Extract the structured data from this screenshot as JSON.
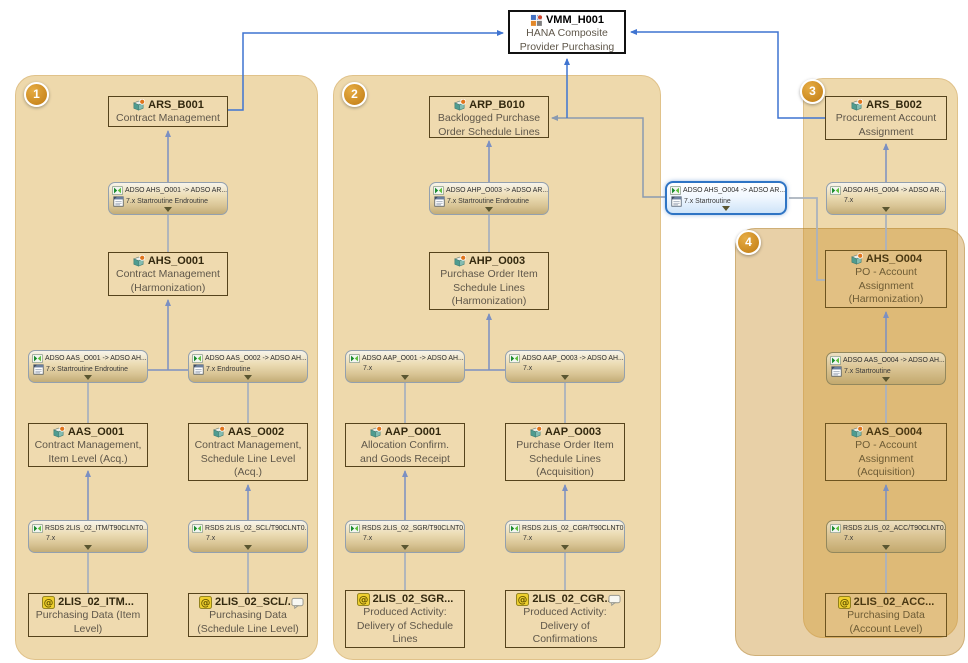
{
  "badges": {
    "one": "1",
    "two": "2",
    "three": "3",
    "four": "4"
  },
  "composite_provider": {
    "id": "VMM_H001",
    "name_line1": "HANA Composite",
    "name_line2": "Provider Purchasing"
  },
  "nodes": {
    "ars_b001": {
      "title": "ARS_B001",
      "line1": "Contract Management"
    },
    "ahs_o001": {
      "title": "AHS_O001",
      "line1": "Contract Management",
      "line2": "(Harmonization)"
    },
    "aas_o001": {
      "title": "AAS_O001",
      "line1": "Contract Management,",
      "line2": "Item Level (Acq.)"
    },
    "aas_o002": {
      "title": "AAS_O002",
      "line1": "Contract Management,",
      "line2": "Schedule Line Level",
      "line3": "(Acq.)"
    },
    "ds_itm": {
      "title": "2LIS_02_ITM...",
      "line1": "Purchasing Data (Item",
      "line2": "Level)"
    },
    "ds_scl": {
      "title": "2LIS_02_SCL/...",
      "line1": "Purchasing Data",
      "line2": "(Schedule Line Level)"
    },
    "arp_b010": {
      "title": "ARP_B010",
      "line1": "Backlogged Purchase",
      "line2": "Order Schedule Lines"
    },
    "ahp_o003": {
      "title": "AHP_O003",
      "line1": "Purchase Order Item",
      "line2": "Schedule Lines",
      "line3": "(Harmonization)"
    },
    "aap_o001": {
      "title": "AAP_O001",
      "line1": "Allocation Confirm.",
      "line2": "and Goods Receipt"
    },
    "aap_o003": {
      "title": "AAP_O003",
      "line1": "Purchase Order Item",
      "line2": "Schedule Lines",
      "line3": "(Acquisition)"
    },
    "ds_sgr": {
      "title": "2LIS_02_SGR...",
      "line1": "Produced Activity:",
      "line2": "Delivery of Schedule",
      "line3": "Lines"
    },
    "ds_cgr": {
      "title": "2LIS_02_CGR...",
      "line1": "Produced Activity:",
      "line2": "Delivery of",
      "line3": "Confirmations"
    },
    "ars_b002": {
      "title": "ARS_B002",
      "line1": "Procurement Account",
      "line2": "Assignment"
    },
    "ahs_o004": {
      "title": "AHS_O004",
      "line1": "PO - Account",
      "line2": "Assignment",
      "line3": "(Harmonization)"
    },
    "aas_o004": {
      "title": "AAS_O004",
      "line1": "PO - Account",
      "line2": "Assignment",
      "line3": "(Acquisition)"
    },
    "ds_acc": {
      "title": "2LIS_02_ACC...",
      "line1": "Purchasing Data",
      "line2": "(Account Level)"
    }
  },
  "transformations": {
    "t_ahs_o001_ars_b001": {
      "line1": "ADSO AHS_O001 -> ADSO AR...",
      "line2": "7.x Startroutine Endroutine"
    },
    "t_aas_o001_ahs": {
      "line1": "ADSO AAS_O001 -> ADSO AH...",
      "line2": "7.x Startroutine Endroutine"
    },
    "t_aas_o002_ahs": {
      "line1": "ADSO AAS_O002 -> ADSO AH...",
      "line2": "7.x Endroutine"
    },
    "t_rsds_itm": {
      "line1": "RSDS 2LIS_02_ITM/T90CLNT0...",
      "line2": "7.x"
    },
    "t_rsds_scl": {
      "line1": "RSDS 2LIS_02_SCL/T90CLNT0...",
      "line2": "7.x"
    },
    "t_ahp_o003_arp": {
      "line1": "ADSO AHP_O003 -> ADSO AR...",
      "line2": "7.x Startroutine Endroutine"
    },
    "t_aap_o001_ahp": {
      "line1": "ADSO AAP_O001 -> ADSO AH...",
      "line2": "7.x"
    },
    "t_aap_o003_ahp": {
      "line1": "ADSO AAP_O003 -> ADSO AH...",
      "line2": "7.x"
    },
    "t_rsds_sgr": {
      "line1": "RSDS 2LIS_02_SGR/T90CLNT0...",
      "line2": "7.x"
    },
    "t_rsds_cgr": {
      "line1": "RSDS 2LIS_02_CGR/T90CLNT0...",
      "line2": "7.x"
    },
    "t_sel_ahs_o004_arp": {
      "line1": "ADSO AHS_O004 -> ADSO AR...",
      "line2": "7.x Startroutine"
    },
    "t_ahs_o004_ars": {
      "line1": "ADSO AHS_O004 -> ADSO AR...",
      "line2": "7.x"
    },
    "t_aas_o004_ahs": {
      "line1": "ADSO AAS_O004 -> ADSO AH...",
      "line2": "7.x Startroutine"
    },
    "t_rsds_acc": {
      "line1": "RSDS 2LIS_02_ACC/T90CLNT0...",
      "line2": "7.x"
    }
  },
  "colors": {
    "container_fill": "#eed9ac",
    "container4_overlay": "rgba(199,142,45,0.42)",
    "selection_blue": "#2e74c4",
    "composite_line_blue": "#3f74d1",
    "flow_line": "#7b90c2",
    "plain_line": "#aab2bd"
  }
}
